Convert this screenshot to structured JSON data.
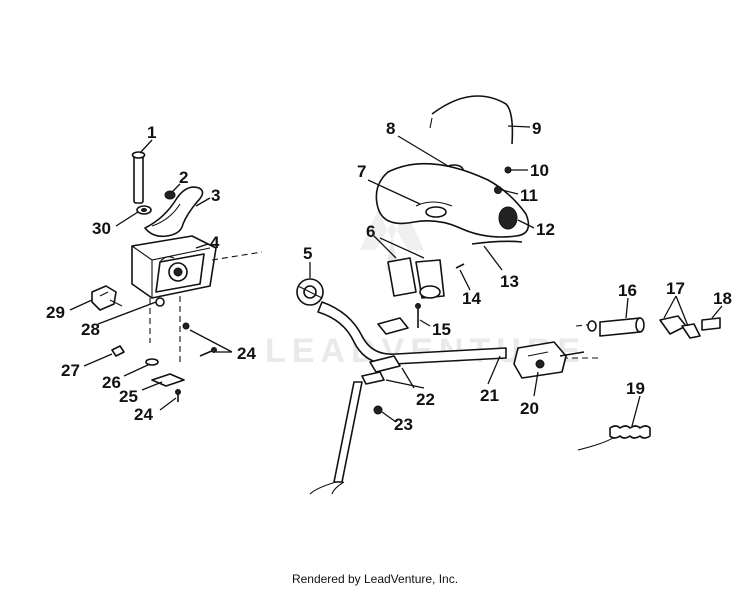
{
  "watermark": "LEADVENTURE",
  "footer": "Rendered by LeadVenture, Inc.",
  "callouts": {
    "c1": "1",
    "c2": "2",
    "c3": "3",
    "c4": "4",
    "c5": "5",
    "c6": "6",
    "c7": "7",
    "c8": "8",
    "c9": "9",
    "c10": "10",
    "c11": "11",
    "c12": "12",
    "c13": "13",
    "c14": "14",
    "c15": "15",
    "c16": "16",
    "c17": "17",
    "c18": "18",
    "c19": "19",
    "c20": "20",
    "c21": "21",
    "c22": "22",
    "c23": "23",
    "c24a": "24",
    "c24b": "24",
    "c25": "25",
    "c26": "26",
    "c27": "27",
    "c28": "28",
    "c29": "29",
    "c30": "30"
  }
}
